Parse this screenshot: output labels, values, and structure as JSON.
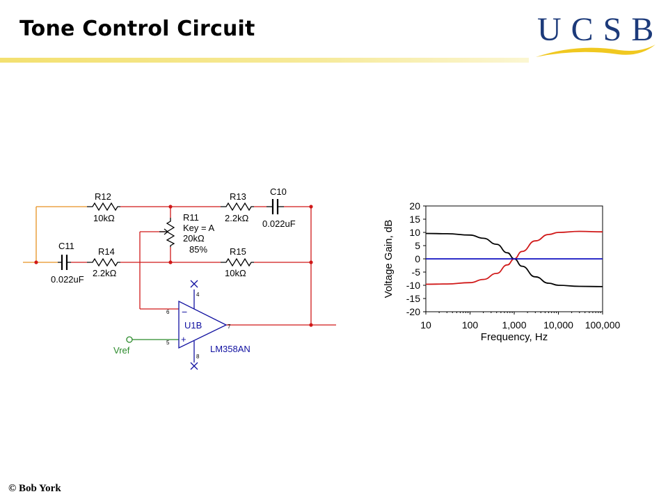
{
  "slide": {
    "title": "Tone Control Circuit",
    "logo_text": "UCSB",
    "copyright": "© Bob York"
  },
  "colors": {
    "wire": "#d01818",
    "input_wire": "#e69020",
    "vref_wire": "#2a8a2a",
    "component": "#000000",
    "opamp": "#1010a0",
    "logo_blue": "#1c3a7a",
    "logo_gold": "#f0c820"
  },
  "circuit": {
    "R12": {
      "name": "R12",
      "value": "10kΩ"
    },
    "R13": {
      "name": "R13",
      "value": "2.2kΩ"
    },
    "C10": {
      "name": "C10",
      "value": "0.022uF"
    },
    "R11": {
      "name": "R11",
      "key": "Key = A",
      "value": "20kΩ",
      "setting": "85%"
    },
    "C11": {
      "name": "C11",
      "value": "0.022uF"
    },
    "R14": {
      "name": "R14",
      "value": "2.2kΩ"
    },
    "R15": {
      "name": "R15",
      "value": "10kΩ"
    },
    "opamp": {
      "name": "U1B",
      "part": "LM358AN",
      "pins": [
        "6",
        "5",
        "4",
        "8",
        "7"
      ],
      "minus": "−",
      "plus": "+"
    },
    "vref": "Vref"
  },
  "chart_data": {
    "type": "line",
    "xlabel": "Frequency, Hz",
    "ylabel": "Voltage Gain, dB",
    "xscale": "log",
    "xlim": [
      10,
      100000
    ],
    "ylim": [
      -20,
      20
    ],
    "xticks": [
      "10",
      "100",
      "1,000",
      "10,000",
      "100,000"
    ],
    "yticks": [
      "20",
      "15",
      "10",
      "5",
      "0",
      "-5",
      "-10",
      "-15",
      "-20"
    ],
    "grid": false,
    "series": [
      {
        "color": "#000000",
        "x": [
          10,
          30,
          100,
          200,
          400,
          700,
          1000,
          1500,
          3000,
          6000,
          10000,
          30000,
          100000
        ],
        "y": [
          9.6,
          9.5,
          9.0,
          7.8,
          5.5,
          2.3,
          0,
          -2.8,
          -6.8,
          -9.2,
          -10.0,
          -10.4,
          -10.5
        ]
      },
      {
        "color": "#d01818",
        "x": [
          10,
          30,
          100,
          200,
          400,
          700,
          1000,
          1500,
          3000,
          6000,
          10000,
          30000,
          100000
        ],
        "y": [
          -9.6,
          -9.5,
          -9.0,
          -7.8,
          -5.5,
          -2.3,
          0,
          2.8,
          6.8,
          9.2,
          10.0,
          10.4,
          10.2
        ]
      },
      {
        "color": "#1010c0",
        "x": [
          10,
          100000
        ],
        "y": [
          0,
          0
        ]
      }
    ]
  }
}
